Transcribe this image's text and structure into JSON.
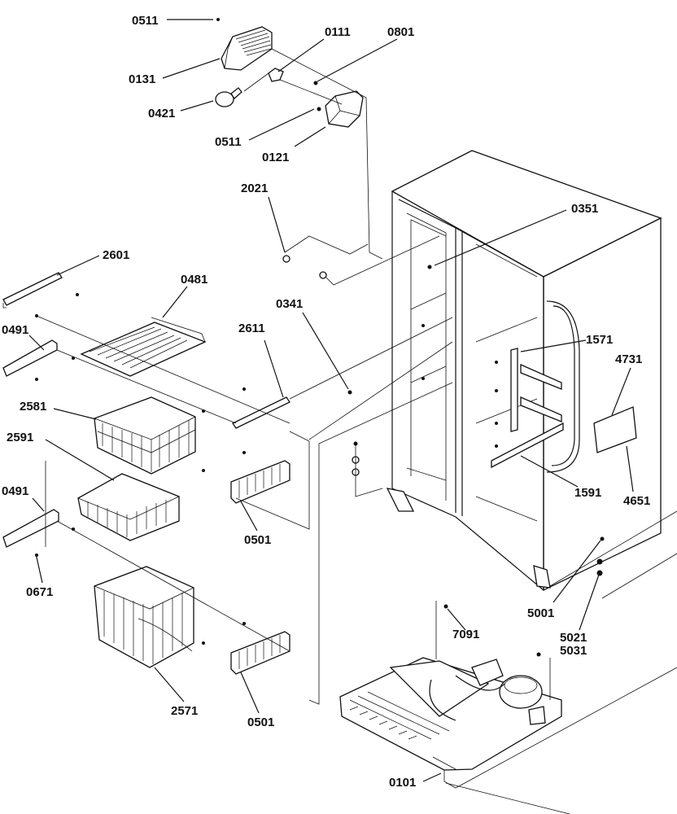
{
  "labels": [
    {
      "id": "l0511a",
      "text": "0511"
    },
    {
      "id": "l0131",
      "text": "0131"
    },
    {
      "id": "l0421",
      "text": "0421"
    },
    {
      "id": "l0111",
      "text": "0111"
    },
    {
      "id": "l0801",
      "text": "0801"
    },
    {
      "id": "l0511b",
      "text": "0511"
    },
    {
      "id": "l0121",
      "text": "0121"
    },
    {
      "id": "l2021",
      "text": "2021"
    },
    {
      "id": "l0351",
      "text": "0351"
    },
    {
      "id": "l2601",
      "text": "2601"
    },
    {
      "id": "l0481",
      "text": "0481"
    },
    {
      "id": "l0491a",
      "text": "0491"
    },
    {
      "id": "l0341",
      "text": "0341"
    },
    {
      "id": "l2611",
      "text": "2611"
    },
    {
      "id": "l1571",
      "text": "1571"
    },
    {
      "id": "l4731",
      "text": "4731"
    },
    {
      "id": "l2581",
      "text": "2581"
    },
    {
      "id": "l2591",
      "text": "2591"
    },
    {
      "id": "l0491b",
      "text": "0491"
    },
    {
      "id": "l0501a",
      "text": "0501"
    },
    {
      "id": "l1591",
      "text": "1591"
    },
    {
      "id": "l4651",
      "text": "4651"
    },
    {
      "id": "l0671",
      "text": "0671"
    },
    {
      "id": "l5001",
      "text": "5001"
    },
    {
      "id": "l7091",
      "text": "7091"
    },
    {
      "id": "l5021",
      "text": "5021"
    },
    {
      "id": "l5031",
      "text": "5031"
    },
    {
      "id": "l2571",
      "text": "2571"
    },
    {
      "id": "l0501b",
      "text": "0501"
    },
    {
      "id": "l0101",
      "text": "0101"
    }
  ]
}
